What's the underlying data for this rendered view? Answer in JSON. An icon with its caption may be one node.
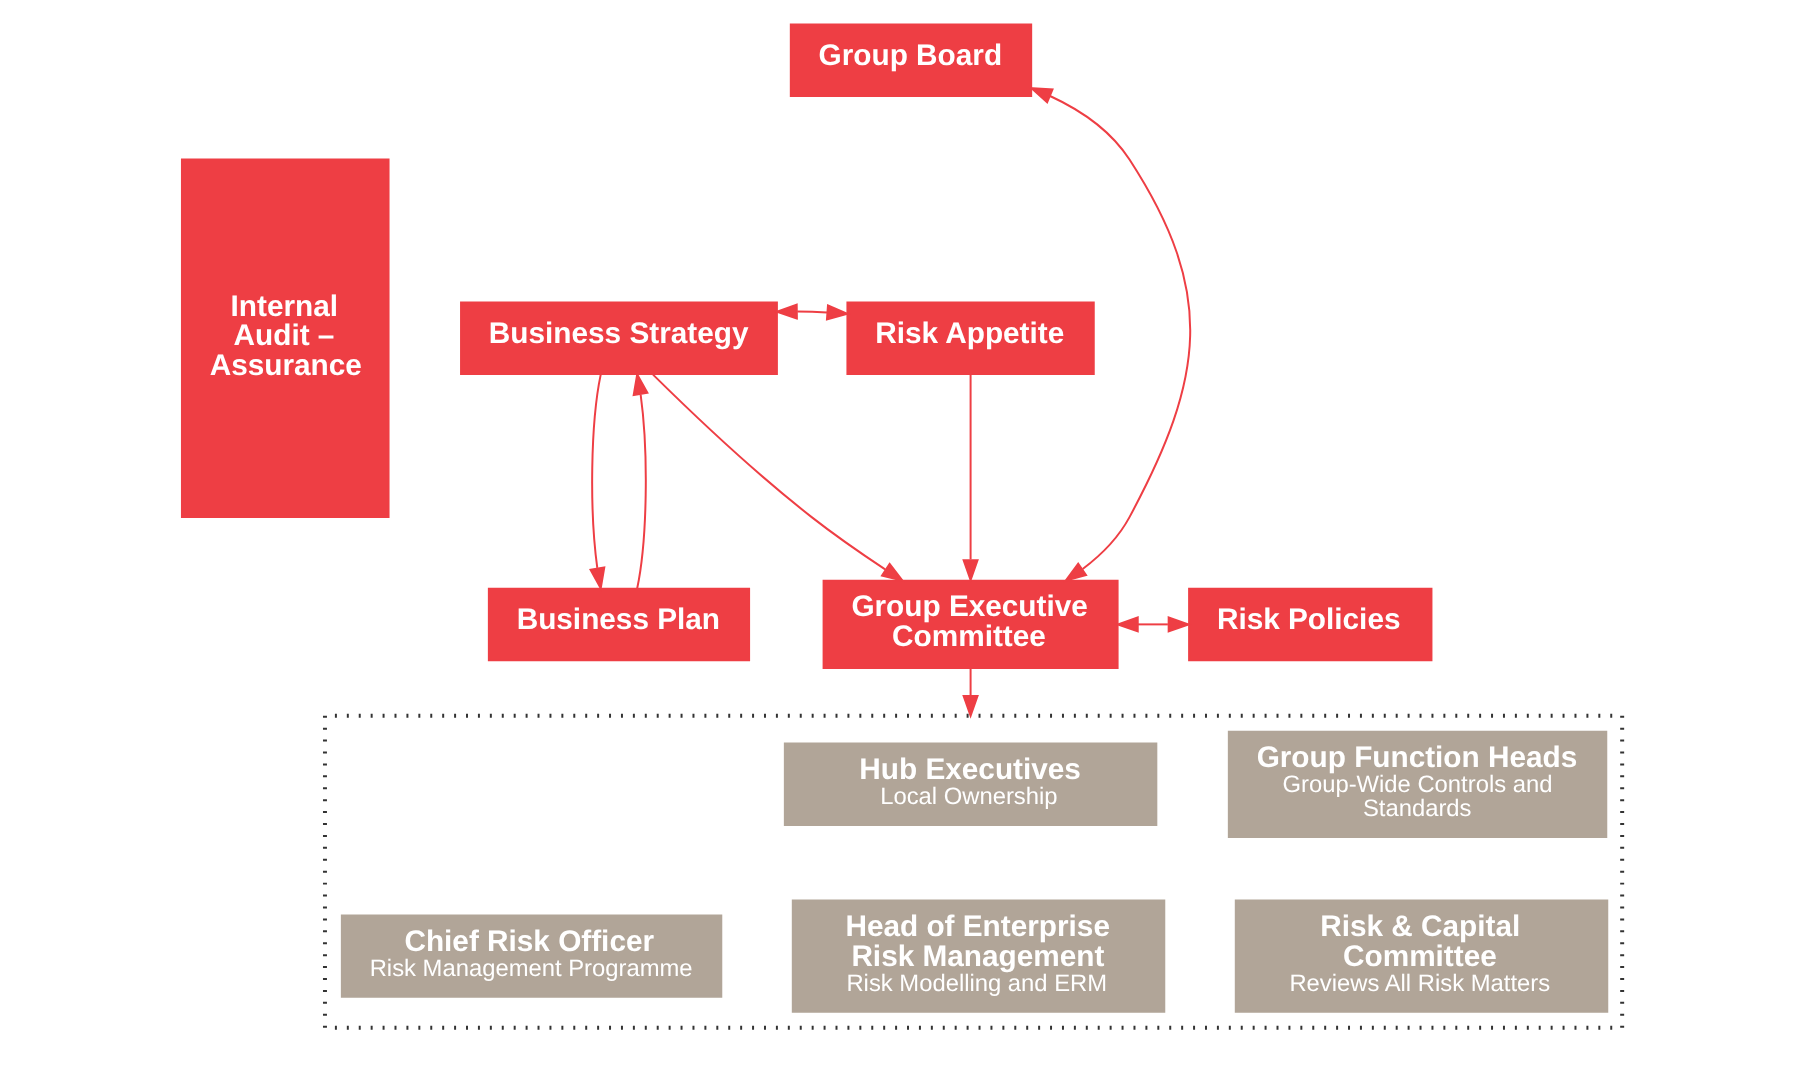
{
  "diagram": {
    "nodes": [
      {
        "text": [
          "Internal Audit – Assurance"
        ]
      },
      {
        "text": [
          "Group Board"
        ]
      },
      {
        "text": [
          "Business Strategy"
        ]
      },
      {
        "text": [
          "Risk Appetite"
        ]
      },
      {
        "text": [
          "Business Plan"
        ]
      },
      {
        "text": [
          "Group Executive Committee"
        ]
      },
      {
        "text": [
          "Risk Policies"
        ]
      },
      {
        "text": [],
        "shape": "box"
      },
      {
        "text": [
          "Hub Executives",
          "Local Ownership"
        ],
        "in": 7
      },
      {
        "text": [
          "Group Function Heads",
          "Group-Wide Controls and Standards"
        ],
        "in": 7
      },
      {
        "text": [
          "Chief Risk Officer",
          "Risk Management Programme"
        ],
        "in": 7
      },
      {
        "text": [
          "Head of Enterprise Risk Management",
          "Risk Modelling and ERM"
        ],
        "in": 7
      },
      {
        "text": [
          "Risk & Capital Committee",
          "Reviews All Risk Matters"
        ],
        "in": 7
      }
    ],
    "edges": [
      {
        "from": 1,
        "to": 5,
        "arrow": "both"
      },
      {
        "from": 2,
        "to": 3,
        "arrow": "both"
      },
      {
        "from": 2,
        "to": 4,
        "arrow": "to"
      },
      {
        "from": 4,
        "to": 2,
        "arrow": "to"
      },
      {
        "from": 2,
        "to": 5,
        "arrow": "to"
      },
      {
        "from": 3,
        "to": 5,
        "arrow": "to"
      },
      {
        "from": 5,
        "to": 6,
        "arrow": "both"
      },
      {
        "from": 5,
        "to": 7,
        "arrow": "to"
      }
    ]
  }
}
